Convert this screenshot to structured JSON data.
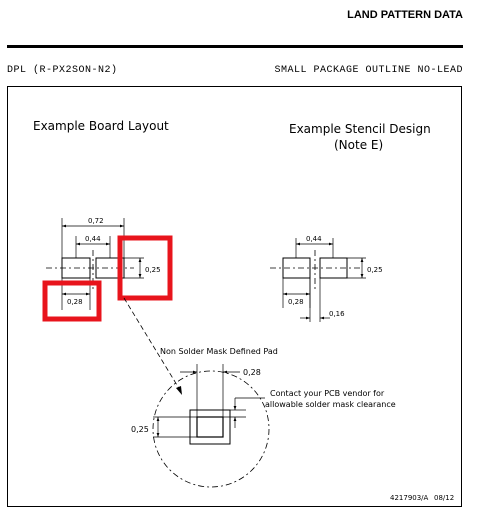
{
  "header": {
    "title": "LAND PATTERN DATA",
    "package_code": "DPL (R-PX2SON-N2)",
    "package_description": "SMALL PACKAGE OUTLINE NO-LEAD"
  },
  "board_layout": {
    "title": "Example Board Layout",
    "dim_overall": "0,72",
    "dim_inner": "0,44",
    "dim_pad_height": "0,25",
    "dim_pad_width": "0,28"
  },
  "stencil": {
    "title_line1": "Example Stencil Design",
    "title_line2": "(Note E)",
    "dim_inner": "0,44",
    "dim_pad_height": "0,25",
    "dim_pad_width": "0,28",
    "dim_gap": "0,16"
  },
  "detail": {
    "label": "Non Solder Mask Defined Pad",
    "dim_width": "0,28",
    "dim_height": "0,25",
    "note_line1": "Contact your PCB vendor for",
    "note_line2": "allowable solder mask clearance"
  },
  "footer": {
    "drawing_number": "4217903/A",
    "date": "08/12"
  },
  "colors": {
    "highlight": "#e8141c",
    "line": "#000000"
  }
}
